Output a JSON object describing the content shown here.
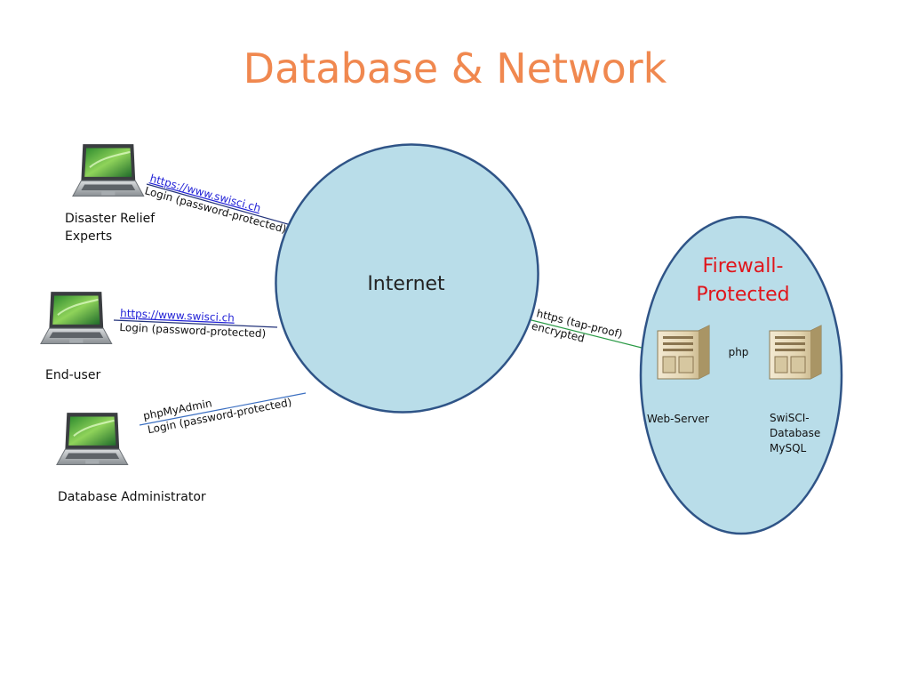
{
  "slide": {
    "title": "Database & Network"
  },
  "diagram": {
    "internet": {
      "label": "Internet"
    },
    "firewall": {
      "label_line1": "Firewall-",
      "label_line2": "Protected"
    },
    "clients": [
      {
        "name_line1": "Disaster Relief",
        "name_line2": "Experts",
        "link_line1": "https://www.swisci.ch",
        "link_line2": "Login (password-protected)"
      },
      {
        "name_line1": "End-user",
        "name_line2": "",
        "link_line1": "https://www.swisci.ch",
        "link_line2": "Login (password-protected)"
      },
      {
        "name_line1": "Database Administrator",
        "name_line2": "",
        "link_line1": "phpMyAdmin",
        "link_line2": "Login (password-protected)"
      }
    ],
    "internet_to_server": {
      "line1": "https (tap-proof)",
      "line2": "encrypted"
    },
    "web_server": {
      "label": "Web-Server"
    },
    "server_link": {
      "label": "php"
    },
    "db_server": {
      "line1": "SwiSCI-",
      "line2": "Database",
      "line3": "MySQL"
    }
  },
  "colors": {
    "title": "#f0884f",
    "internet_fill": "#b9dde9",
    "ellipse_stroke": "#2f5487",
    "firewall_text": "#e0151b",
    "link_blue": "#1f1fd6",
    "line_dark_blue": "#23337a",
    "line_light_blue": "#3b6fc1",
    "line_green": "#2a9a45",
    "line_red": "#d62020"
  },
  "icons": [
    "laptop-icon",
    "server-icon"
  ]
}
